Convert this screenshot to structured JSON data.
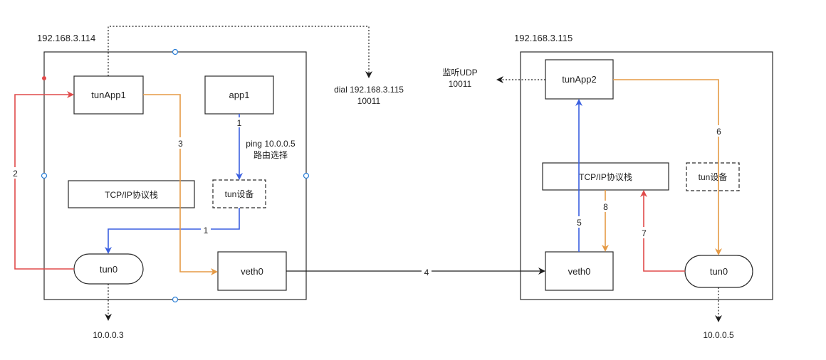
{
  "colors": {
    "blue": "#3a5fe0",
    "orange": "#e59a45",
    "red": "#e04a4a",
    "black": "#1e1e1e",
    "box": "#2b2b2b",
    "handle": "#2c7fd6"
  },
  "hosts": {
    "left_ip": "192.168.3.114",
    "right_ip": "192.168.3.115"
  },
  "nodes": {
    "tunapp1": "tunApp1",
    "app1": "app1",
    "tcpip_left": "TCP/IP协议栈",
    "tun_dev_left": "tun设备",
    "tun0_left": "tun0",
    "veth0_left": "veth0",
    "tunapp2": "tunApp2",
    "tcpip_right": "TCP/IP协议栈",
    "tun_dev_right": "tun设备",
    "veth0_right": "veth0",
    "tun0_right": "tun0"
  },
  "annotations": {
    "dial_line1": "dial 192.168.3.115",
    "dial_line2": "10011",
    "listen_line1": "监听UDP",
    "listen_line2": "10011",
    "ping_line1": "ping 10.0.0.5",
    "ping_line2": "路由选择",
    "left_tun_ip": "10.0.0.3",
    "right_tun_ip": "10.0.0.5"
  },
  "steps": {
    "s1a": "1",
    "s1b": "1",
    "s2": "2",
    "s3": "3",
    "s4": "4",
    "s5": "5",
    "s6": "6",
    "s7": "7",
    "s8": "8"
  }
}
